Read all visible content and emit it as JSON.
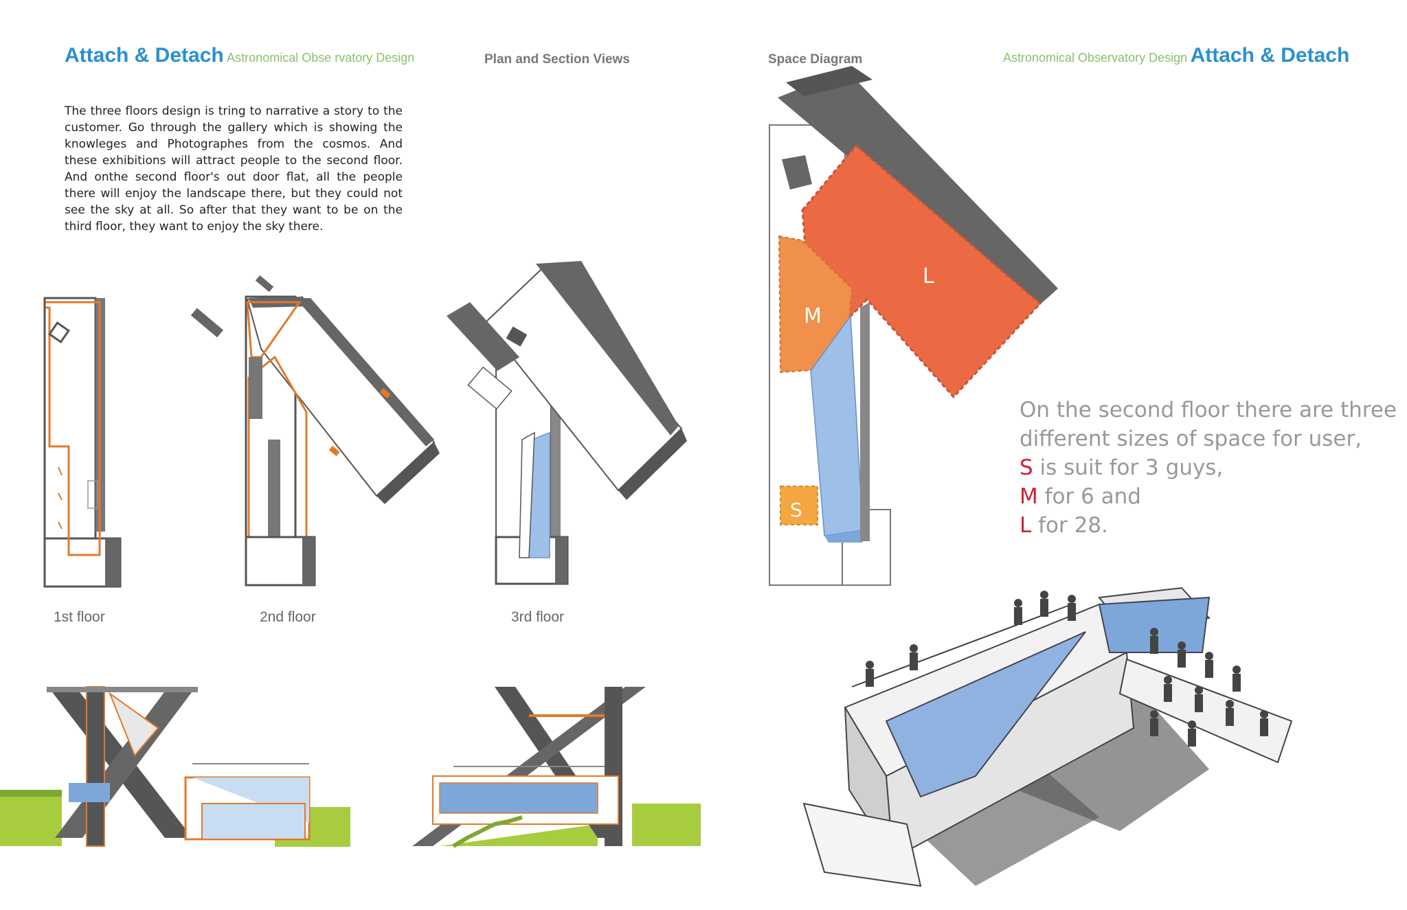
{
  "header_left": {
    "title": "Attach & Detach",
    "subtitle": "Astronomical Obse rvatory Design"
  },
  "header_center": "Plan and Section Views",
  "header_space": "Space Diagram",
  "header_right": {
    "subtitle": "Astronomical Observatory Design",
    "title": "Attach & Detach"
  },
  "description": "The three floors design is tring to narrative a story to the customer. Go through the gallery which is showing the knowleges and Photographes from the cosmos. And these exhibitions will attract people to the second floor. And onthe second floor's out door flat, all the people there will enjoy the landscape there, but they could not see the sky at all. So after that they want to be on the third floor, they want to enjoy the sky there.",
  "floors": [
    "1st floor",
    "2nd floor",
    "3rd floor"
  ],
  "space_labels": {
    "large": "L",
    "medium": "M",
    "small": "S"
  },
  "legend": {
    "line1": "On the second floor there are three",
    "line2": "different sizes of space for user,",
    "s_letter": "S",
    "s_text": " is suit for 3 guys,",
    "m_letter": "M",
    "m_text": " for 6 and",
    "l_letter": "L",
    "l_text": " for 28."
  },
  "colors": {
    "accent_blue": "#2a8fd0",
    "green": "#8cc06a",
    "orange_outline": "#e07a2a",
    "large_space": "#ec6a43",
    "medium_space": "#f0904a",
    "small_space": "#f4a640",
    "glass": "#9ec0e8",
    "dark_gray": "#666666"
  }
}
